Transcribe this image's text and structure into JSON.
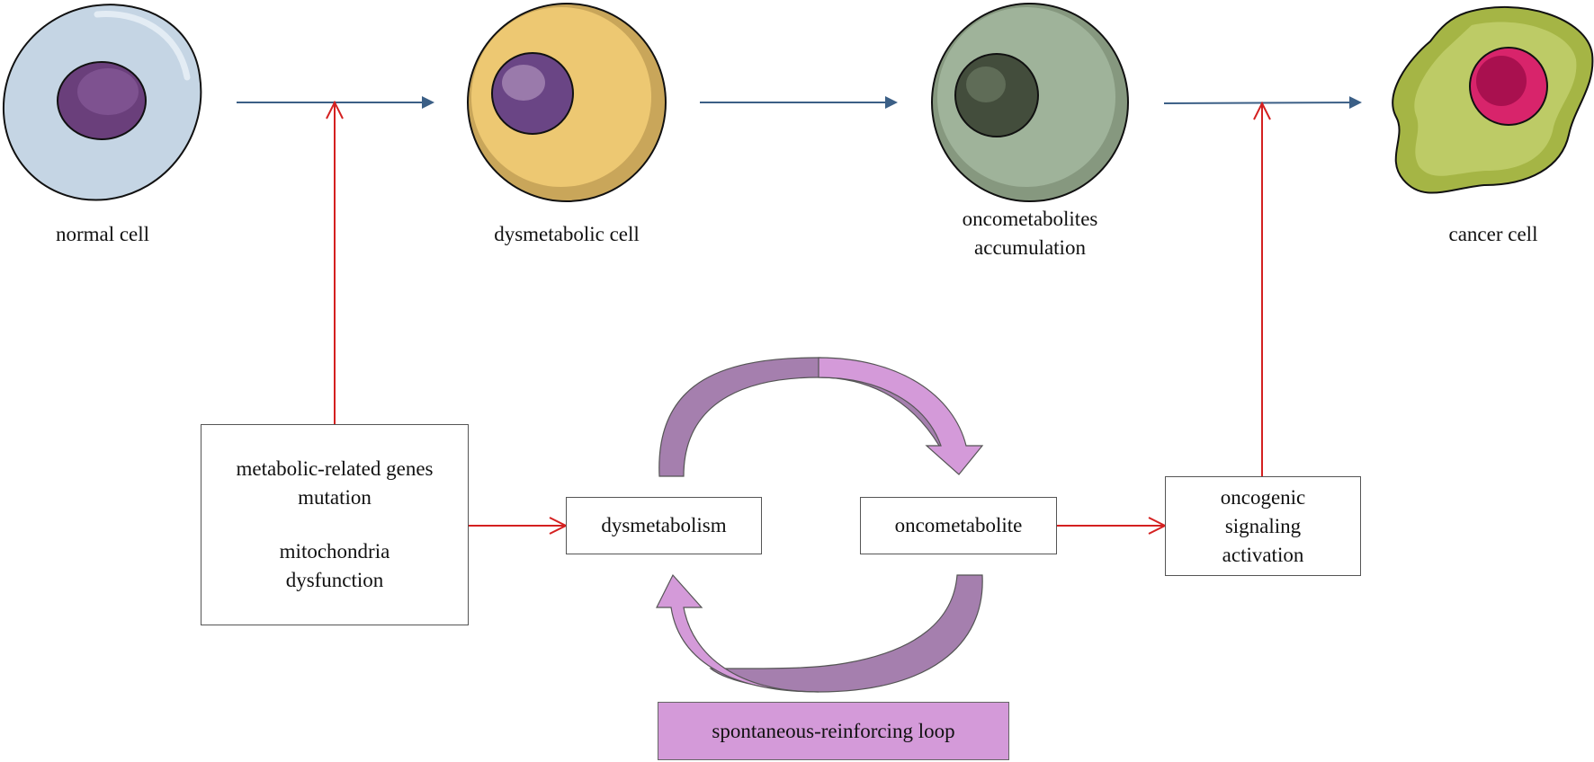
{
  "cells": [
    {
      "label": "normal cell",
      "color": "#c5d5e4",
      "nucleus": "#7b4a8b"
    },
    {
      "label": "dysmetabolic cell",
      "color": "#edc872",
      "nucleus": "#77508e"
    },
    {
      "label_lines": [
        "oncometabolites",
        "accumulation"
      ],
      "color": "#9fb39a",
      "nucleus": "#46513f"
    },
    {
      "label": "cancer cell",
      "color": "#b2c25a",
      "nucleus": "#c4175f"
    }
  ],
  "boxes": {
    "genes": {
      "line1": "metabolic-related genes",
      "line2": "mutation",
      "line3": "mitochondria",
      "line4": "dysfunction"
    },
    "dysmetabolism": "dysmetabolism",
    "oncometabolite": "oncometabolite",
    "signaling": {
      "line1": "oncogenic",
      "line2": "signaling",
      "line3": "activation"
    },
    "loop": "spontaneous-reinforcing loop"
  },
  "colors": {
    "main_arrow": "#3b5f86",
    "red_arrow": "#d42020",
    "loop_dark": "#a57fae",
    "loop_light": "#d49ad9"
  }
}
